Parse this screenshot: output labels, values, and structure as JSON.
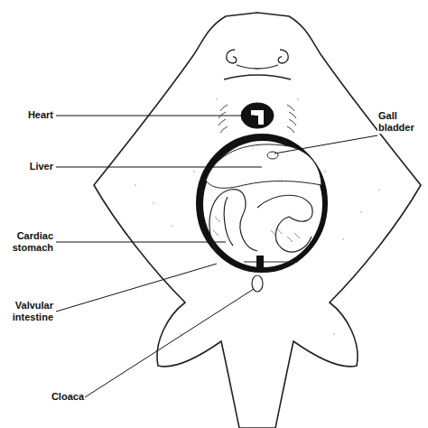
{
  "diagram": {
    "labels": [
      "Gall bladder",
      "Heart",
      "Liver",
      "Cardiac stomach",
      "Valvular intestine",
      "Cloaca"
    ]
  }
}
